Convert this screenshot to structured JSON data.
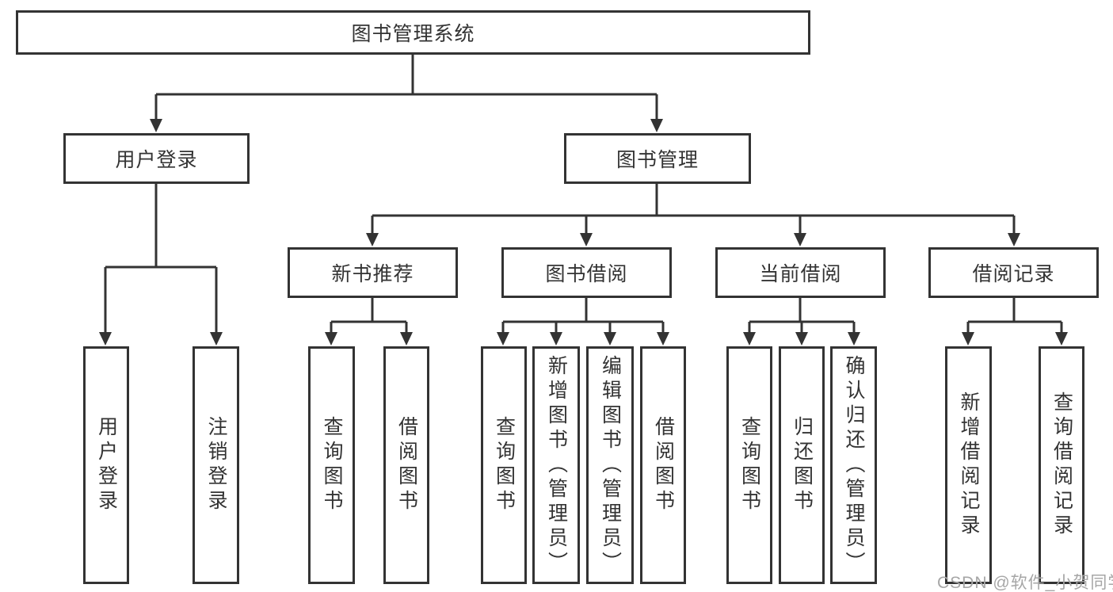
{
  "diagram": {
    "root": {
      "label": "图书管理系统"
    },
    "branches": {
      "user_login": {
        "label": "用户登录",
        "children": [
          "用户登录",
          "注销登录"
        ]
      },
      "book_management": {
        "label": "图书管理",
        "children": {
          "new_book": {
            "label": "新书推荐",
            "children": [
              "查询图书",
              "借阅图书"
            ]
          },
          "borrow": {
            "label": "图书借阅",
            "children": [
              "查询图书",
              "新增图书（管理员）",
              "编辑图书（管理员）",
              "借阅图书"
            ]
          },
          "current": {
            "label": "当前借阅",
            "children": [
              "查询图书",
              "归还图书",
              "确认归还（管理员）"
            ]
          },
          "records": {
            "label": "借阅记录",
            "children": [
              "新增借阅记录",
              "查询借阅记录"
            ]
          }
        }
      }
    }
  },
  "watermark": {
    "text": "CSDN @软件_小贺同学"
  },
  "colors": {
    "line": "#333333",
    "text": "#333333",
    "background": "#ffffff",
    "watermark": "#a6a6a6"
  }
}
